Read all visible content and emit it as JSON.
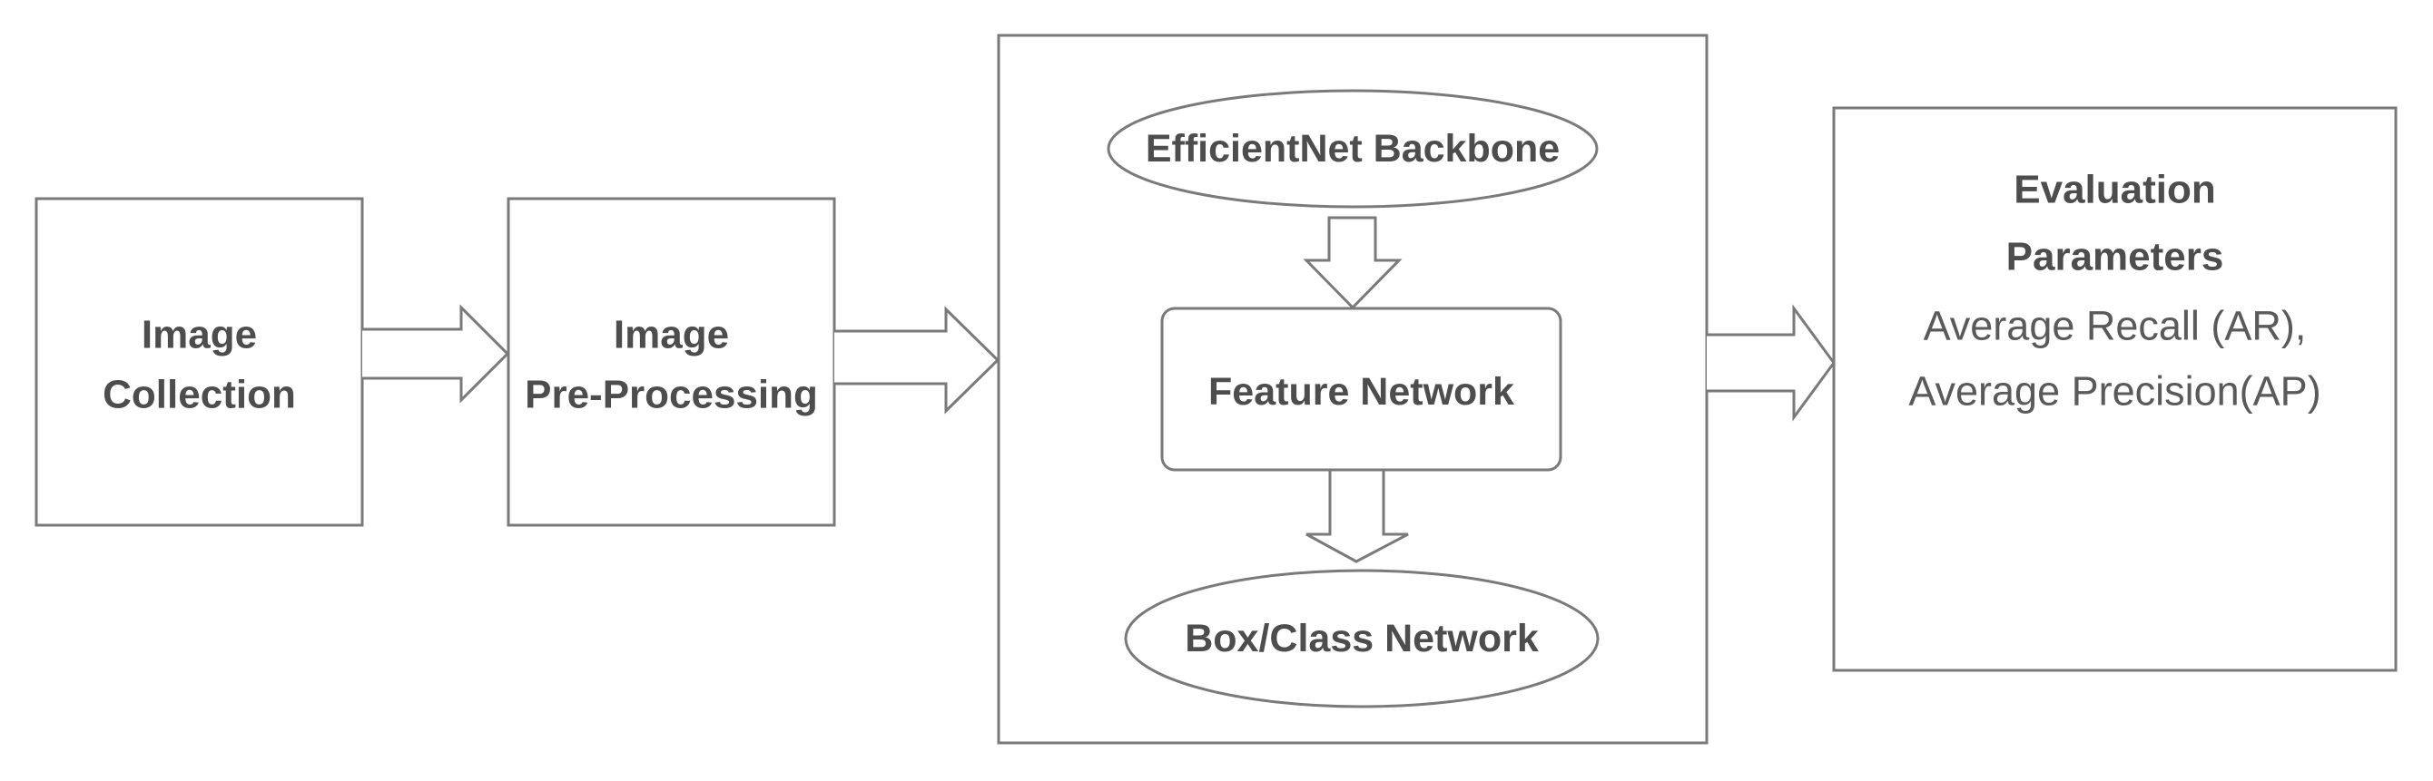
{
  "blocks": {
    "image_collection": {
      "line1": "Image",
      "line2": "Collection"
    },
    "image_preprocessing": {
      "line1": "Image",
      "line2": "Pre-Processing"
    },
    "backbone": {
      "label": "EfficientNet Backbone"
    },
    "feature_network": {
      "label": "Feature Network"
    },
    "box_class_network": {
      "label": "Box/Class Network"
    },
    "evaluation": {
      "title_line1": "Evaluation",
      "title_line2": "Parameters",
      "metric1": "Average Recall (AR),",
      "metric2": "Average Precision(AP)"
    }
  },
  "colors": {
    "stroke": "#7a7a7a",
    "text": "#4d4d4d",
    "background": "#ffffff"
  }
}
